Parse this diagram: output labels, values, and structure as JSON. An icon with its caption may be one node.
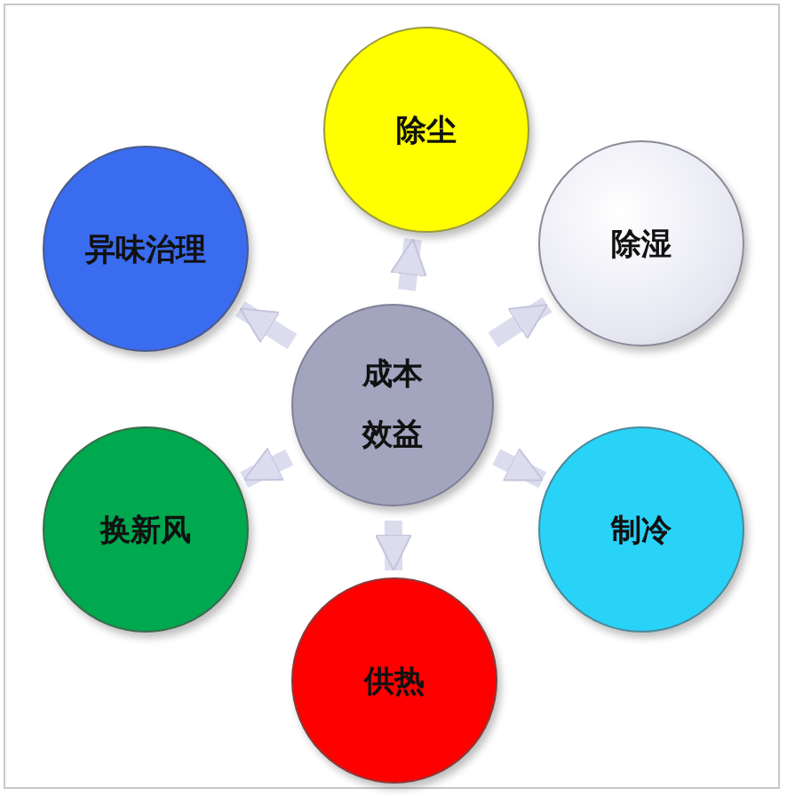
{
  "diagram": {
    "nodes": [
      {
        "text": [
          "成本效益"
        ]
      },
      {
        "text": [
          "除尘"
        ]
      },
      {
        "text": [
          "除湿"
        ]
      },
      {
        "text": [
          "异味治理"
        ]
      },
      {
        "text": [
          "制冷"
        ]
      },
      {
        "text": [
          "换新风"
        ]
      },
      {
        "text": [
          "供热"
        ]
      }
    ],
    "edges": [
      {
        "from": 0,
        "to": 1,
        "arrow": "to"
      },
      {
        "from": 0,
        "to": 2,
        "arrow": "to"
      },
      {
        "from": 0,
        "to": 3,
        "arrow": "to"
      },
      {
        "from": 0,
        "to": 4,
        "arrow": "to"
      },
      {
        "from": 0,
        "to": 5,
        "arrow": "to"
      },
      {
        "from": 0,
        "to": 6,
        "arrow": "to"
      }
    ]
  }
}
